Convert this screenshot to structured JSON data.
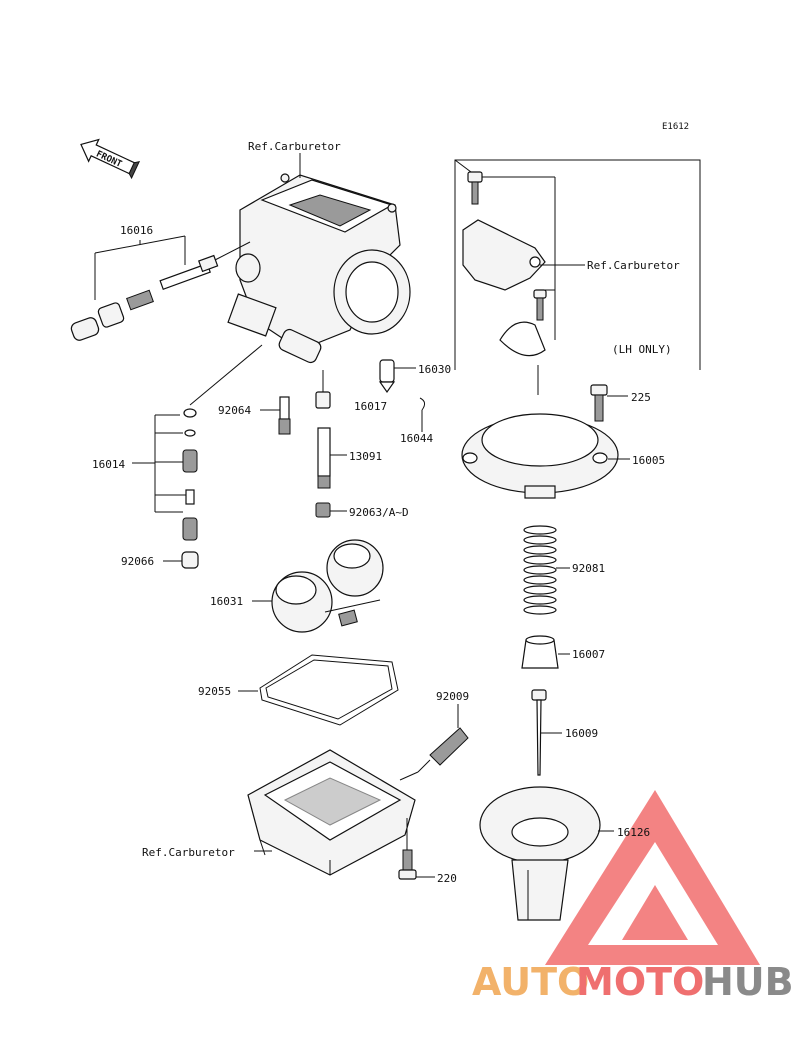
{
  "diagram_code": "E1612",
  "front_label": "FRONT",
  "note_lh_only": "(LH ONLY)",
  "labels": {
    "ref_carb_top": "Ref.Carburetor",
    "ref_carb_right": "Ref.Carburetor",
    "ref_carb_bottom": "Ref.Carburetor",
    "p16016": "16016",
    "p16014": "16014",
    "p92066": "92066",
    "p92064": "92064",
    "p16030": "16030",
    "p16017": "16017",
    "p16044": "16044",
    "p13091": "13091",
    "p92063": "92063/A~D",
    "p225": "225",
    "p16005": "16005",
    "p92081": "92081",
    "p16007": "16007",
    "p16009": "16009",
    "p16031": "16031",
    "p92055": "92055",
    "p92009": "92009",
    "p16126": "16126",
    "p220": "220"
  },
  "watermark": {
    "part1": "AUTO",
    "part2": "MOTO",
    "part3": "HUB",
    "color1": "#f2b26a",
    "color2": "#ef6f6f",
    "color3": "#8a8a8a",
    "triangle_color": "#ef5a5a"
  }
}
